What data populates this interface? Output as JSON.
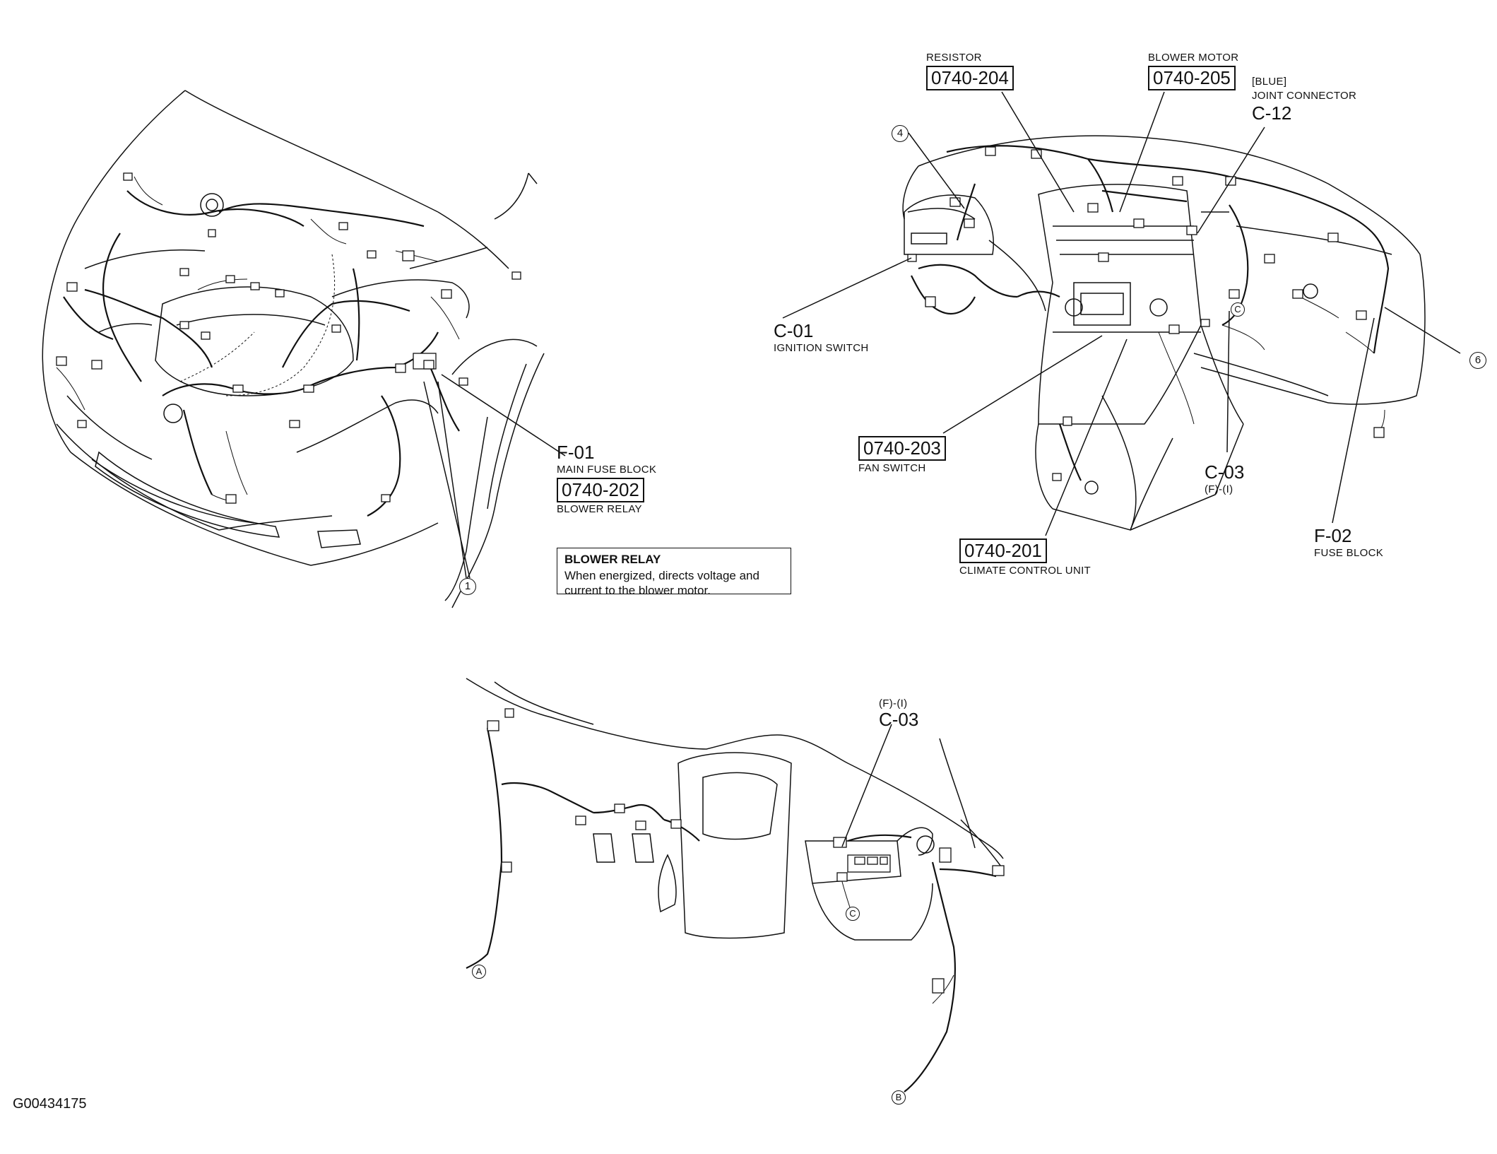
{
  "diagram": {
    "figure_id": "G00434175",
    "engine_bay": {
      "callout_marker": "1",
      "main_fuse_block": {
        "code": "F-01",
        "label": "MAIN FUSE BLOCK"
      },
      "blower_relay": {
        "code": "0740-202",
        "label": "BLOWER RELAY"
      },
      "info_box": {
        "title": "BLOWER RELAY",
        "body": "When energized, directs voltage and current to the blower motor."
      }
    },
    "dashboard": {
      "resistor": {
        "label": "RESISTOR",
        "code": "0740-204"
      },
      "blower_motor": {
        "label": "BLOWER MOTOR",
        "code": "0740-205"
      },
      "joint_connector": {
        "color_note": "[BLUE]",
        "label": "JOINT CONNECTOR",
        "code": "C-12"
      },
      "ignition_switch": {
        "code": "C-01",
        "label": "IGNITION SWITCH"
      },
      "fan_switch": {
        "code": "0740-203",
        "label": "FAN SWITCH"
      },
      "climate_control_unit": {
        "code": "0740-201",
        "label": "CLIMATE CONTROL UNIT"
      },
      "connector_c03": {
        "code": "C-03",
        "sub": "(F)-(I)"
      },
      "fuse_block": {
        "code": "F-02",
        "label": "FUSE BLOCK"
      },
      "markers": {
        "four": "4",
        "six": "6",
        "c": "C"
      }
    },
    "lower_dash": {
      "connector_c03": {
        "sub": "(F)-(I)",
        "code": "C-03"
      },
      "markers": {
        "a": "A",
        "b": "B",
        "c": "C"
      }
    }
  }
}
